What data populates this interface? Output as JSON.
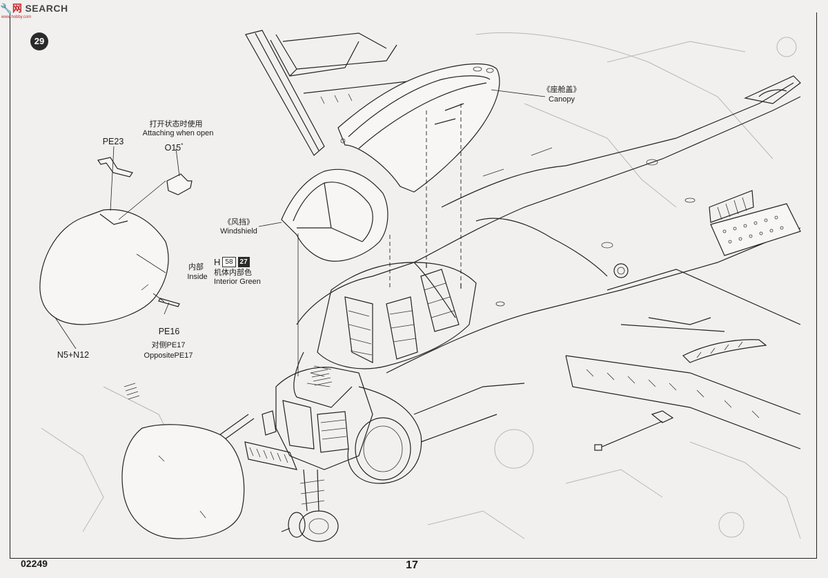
{
  "watermark": {
    "logo": "🔧网",
    "text": "SEARCH",
    "sub": "www.hobby.com"
  },
  "step": {
    "number": "29"
  },
  "footer": {
    "code": "02249",
    "page": "17"
  },
  "labels": {
    "attach_cn": "打开状态时使用",
    "attach_en": "Attaching when open",
    "o15": "O15",
    "o15_sup": "*",
    "pe23": "PE23",
    "inside_cn": "内部",
    "inside_en": "Inside",
    "pe16": "PE16",
    "opposite_cn": "对侧PE17",
    "opposite_en": "OppositePE17",
    "n5n12": "N5+N12",
    "windshield_cn": "《风挡》",
    "windshield_en": "Windshield",
    "canopy_cn": "《座舱盖》",
    "canopy_en": "Canopy"
  },
  "paint": {
    "letter": "H",
    "code_a": "58",
    "code_b": "27",
    "name_cn": "机体内部色",
    "name_en": "Interior Green"
  }
}
